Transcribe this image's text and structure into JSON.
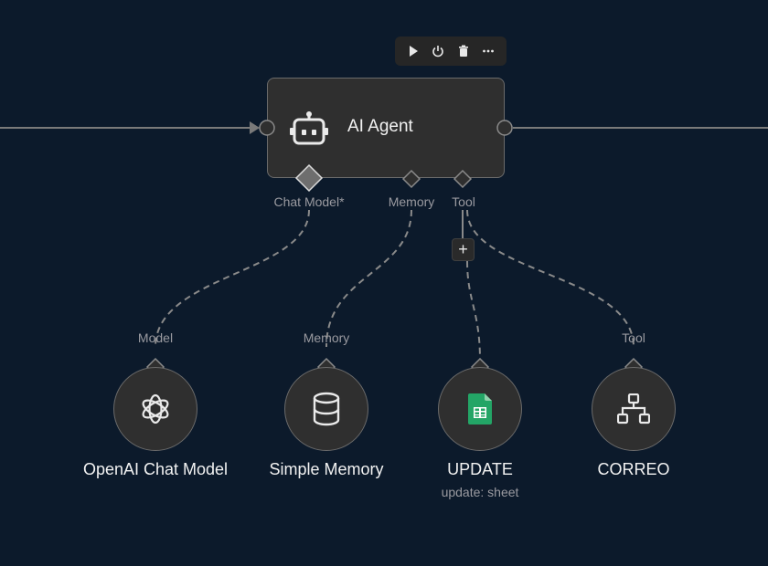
{
  "toolbar": {
    "icons": [
      "play-icon",
      "power-icon",
      "trash-icon",
      "more-icon"
    ]
  },
  "agent": {
    "title": "AI Agent",
    "icon": "robot-icon",
    "handles": {
      "chat_model": "Chat Model*",
      "memory": "Memory",
      "tool": "Tool"
    }
  },
  "add_button": {
    "label": "+"
  },
  "nodes": [
    {
      "name": "OpenAI Chat Model",
      "handle_label": "Model",
      "icon": "openai-icon"
    },
    {
      "name": "Simple Memory",
      "handle_label": "Memory",
      "icon": "database-icon"
    },
    {
      "name": "UPDATE",
      "subtitle": "update: sheet",
      "handle_label": "",
      "icon": "google-sheets-icon"
    },
    {
      "name": "CORREO",
      "handle_label": "Tool",
      "icon": "sitemap-icon"
    }
  ],
  "colors": {
    "background": "#0c1a2b",
    "node_fill": "#2f2f2f",
    "node_border": "#6b6b6b",
    "connector": "#8a8a8a",
    "sheets_green": "#23a566"
  }
}
